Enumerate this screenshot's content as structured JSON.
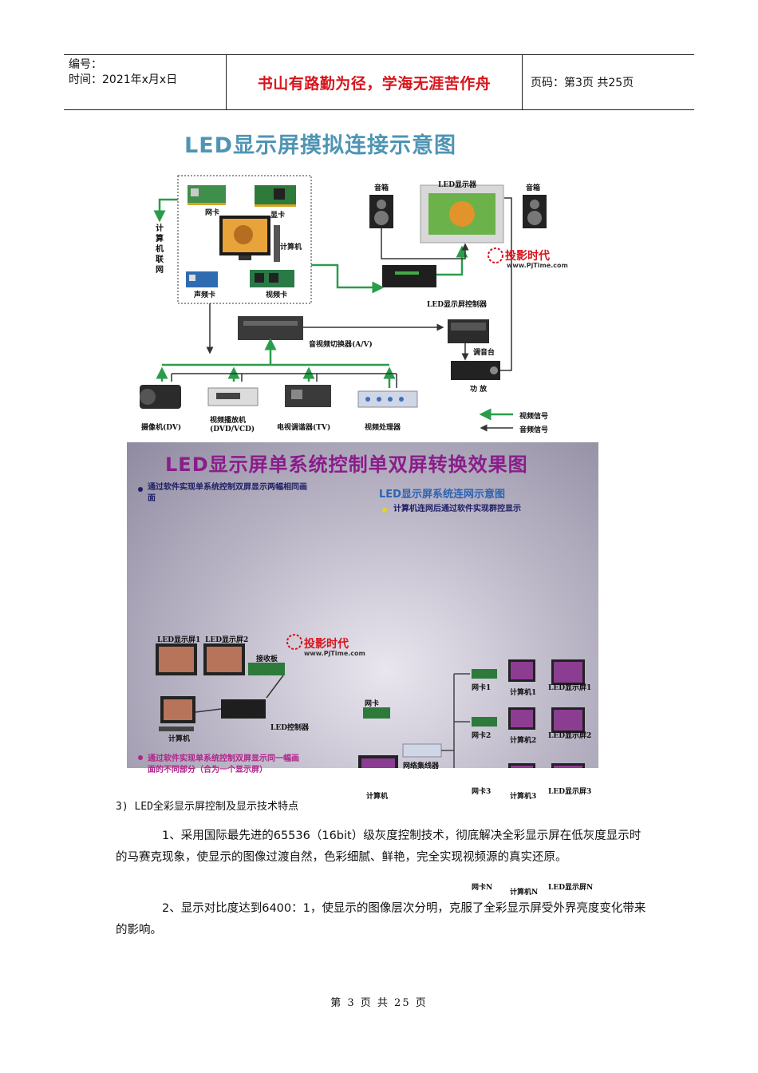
{
  "header": {
    "number_label": "编号：",
    "time_label": "时间：2021年x月x日",
    "motto": "书山有路勤为径，学海无涯苦作舟",
    "page_info": "页码：第3页  共25页"
  },
  "figure1": {
    "title": "LED显示屏摸拟连接示意图",
    "labels": {
      "network_card": "网卡",
      "video_card": "显卡",
      "computer": "计算机",
      "sound_card": "声频卡",
      "capture_card": "视频卡",
      "network_vertical": "计算机联网",
      "speaker_left": "音箱",
      "speaker_right": "音箱",
      "led_display": "LED显示器",
      "led_controller": "LED显示屏控制器",
      "av_switcher": "音视频切换器(A/V)",
      "mixer": "调音台",
      "amplifier": "功 放",
      "camcorder": "摄像机(DV)",
      "player": "视频播放机(DVD/VCD)",
      "tuner": "电视调谐器(TV)",
      "processor": "视频处理器",
      "legend_video": "视频信号",
      "legend_audio": "音频信号",
      "brand": "投影时代",
      "brand_url": "www.PjTime.com"
    }
  },
  "figure2": {
    "title": "LED显示屏单系统控制单双屏转换效果图",
    "subtitle": "LED显示屏系统连网示意图",
    "bullet1": "通过软件实现单系统控制双屏显示两幅相同画面",
    "bullet2": "通过软件实现单系统控制双屏显示同一幅画面的不同部分（合为一个显示屏）",
    "bullet3": "计算机连网后通过软件实现群控显示",
    "labels": {
      "screen1": "LED显示屏1",
      "screen2": "LED显示屏2",
      "receiver": "接收板",
      "computer": "计算机",
      "controller": "LED控制器",
      "network_card": "网卡",
      "hub": "网络集线器",
      "nic1": "网卡1",
      "nic2": "网卡2",
      "nic3": "网卡3",
      "nicN": "网卡N",
      "pc1": "计算机1",
      "pc2": "计算机2",
      "pc3": "计算机3",
      "pcN": "计算机N",
      "led1": "LED显示屏1",
      "led2": "LED显示屏2",
      "led3": "LED显示屏3",
      "ledN": "LED显示屏N",
      "brand": "投影时代",
      "brand_url": "www.PjTime.com"
    }
  },
  "body": {
    "section_heading": "3) LED全彩显示屏控制及显示技术特点",
    "para1": "1、采用国际最先进的65536（16bit）级灰度控制技术，彻底解决全彩显示屏在低灰度显示时的马赛克现象，使显示的图像过渡自然，色彩细腻、鲜艳，完全实现视频源的真实还原。",
    "para2": "2、显示对比度达到6400：1，使显示的图像层次分明，克服了全彩显示屏受外界亮度变化带来的影响。"
  },
  "footer": {
    "page": "第 3 页 共 25 页"
  },
  "colors": {
    "motto": "#d8141b",
    "arrow_green": "#2a9d4a",
    "title1": "#4f94b4",
    "title2": "#8a1d8a"
  }
}
